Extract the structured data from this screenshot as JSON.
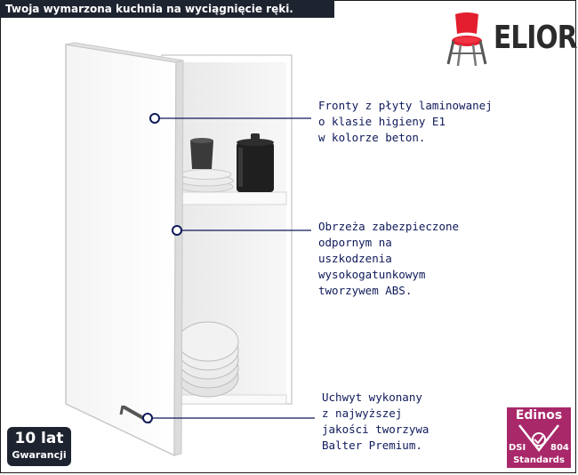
{
  "header": {
    "title": "Twoja wymarzona kuchnia na wyciągnięcie ręki."
  },
  "brand": {
    "logo_text": "ELIOR",
    "logo_icon": "chair-icon",
    "accent_color": "#e31e2f"
  },
  "callouts": [
    {
      "text": "Fronty z płyty laminowanej\no klasie higieny E1\nw kolorze beton."
    },
    {
      "text": "Obrzeża zabezpieczone\nodpornym na\nuszkodzenia\nwysokogatunkowym\ntworzywem ABS."
    },
    {
      "text": "Uchwyt wykonany\nz najwyższej\njakości tworzywa\nBalter Premium."
    }
  ],
  "badges": {
    "warranty": {
      "number": "10 lat",
      "label": "Gwarancji",
      "color": "#1e2330"
    },
    "certificate": {
      "name": "Edinos",
      "left": "DSI",
      "right": "804",
      "label": "Standards",
      "color": "#a8286a"
    }
  },
  "colors": {
    "title_bar": "#1e2330",
    "callout_text": "#0f1a5a"
  }
}
